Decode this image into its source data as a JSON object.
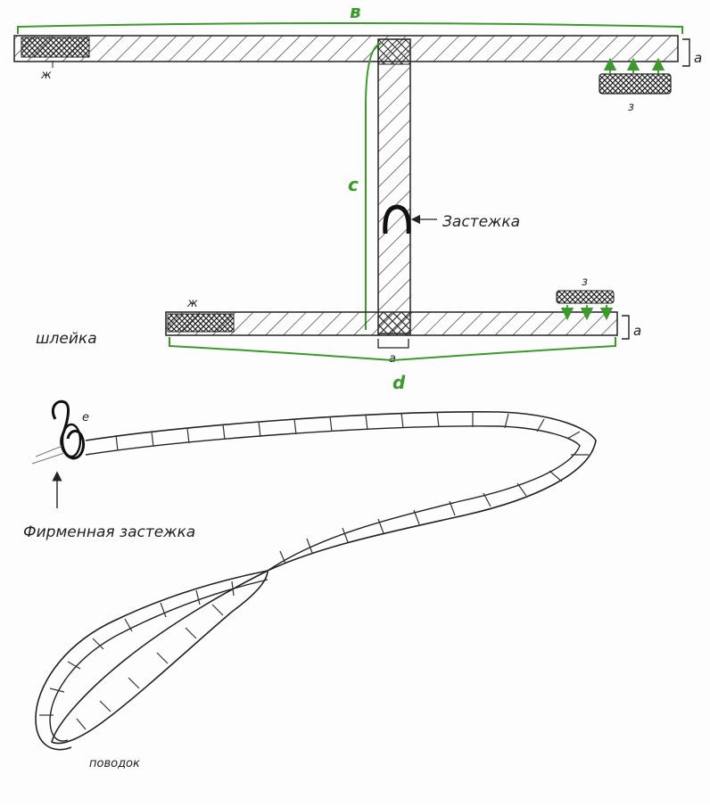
{
  "colors": {
    "ink": "#222222",
    "green": "#3a9a2a",
    "hatch_dark": "#333333",
    "paper": "#fdfdfd"
  },
  "harness": {
    "top_strap": {
      "length_label": "в",
      "width_label": "а",
      "marker_left": "ж",
      "marker_right": "з"
    },
    "vertical_strap": {
      "length_label": "с",
      "buckle_label": "Застежка"
    },
    "bottom_strap": {
      "name_label": "шлейка",
      "marker_left": "ж",
      "marker_right": "з",
      "width_label": "а",
      "strap_width_label": "а",
      "length_label": "d"
    }
  },
  "leash": {
    "clasp_letter": "е",
    "clasp_label": "Фирменная застежка",
    "name_label": "поводок"
  }
}
